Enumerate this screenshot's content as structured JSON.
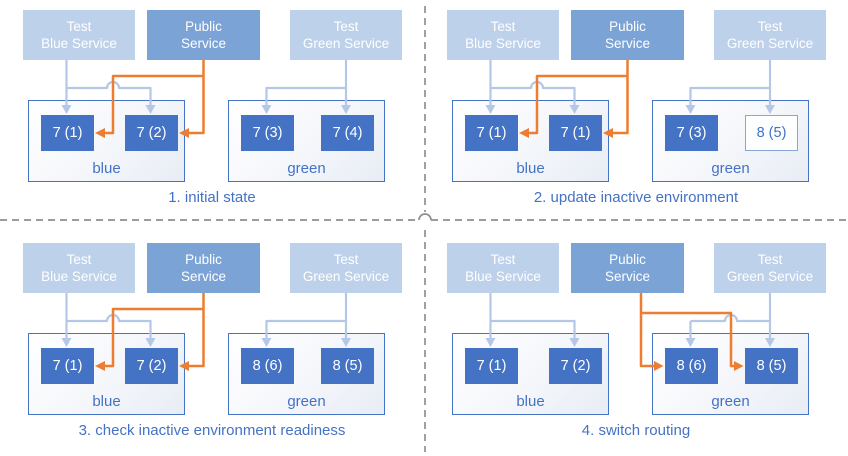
{
  "colors": {
    "test_service_bg": "#bed1ea",
    "public_service_bg": "#7ba3d5",
    "pod_bg": "#4472c4",
    "pod_outline_border": "#8aa5d6",
    "env_border": "#4472c4",
    "connector_light_blue": "#b4c7e7",
    "connector_orange": "#ed7d31",
    "label_text_blue": "#4472c4",
    "divider_gray": "#8f8f8f"
  },
  "service_labels": {
    "test_blue": [
      "Test",
      "Blue Service"
    ],
    "public": [
      "Public",
      "Service"
    ],
    "test_green": [
      "Test",
      "Green Service"
    ]
  },
  "quadrants": [
    {
      "caption": "1. initial state",
      "public_routes_to": "blue",
      "blue_env": {
        "label": "blue",
        "pods": [
          {
            "label": "7 (1)",
            "style": "solid"
          },
          {
            "label": "7 (2)",
            "style": "solid"
          }
        ]
      },
      "green_env": {
        "label": "green",
        "pods": [
          {
            "label": "7 (3)",
            "style": "solid"
          },
          {
            "label": "7 (4)",
            "style": "solid"
          }
        ]
      }
    },
    {
      "caption": "2. update inactive environment",
      "public_routes_to": "blue",
      "blue_env": {
        "label": "blue",
        "pods": [
          {
            "label": "7 (1)",
            "style": "solid"
          },
          {
            "label": "7 (1)",
            "style": "solid"
          }
        ]
      },
      "green_env": {
        "label": "green",
        "pods": [
          {
            "label": "7 (3)",
            "style": "solid"
          },
          {
            "label": "8 (5)",
            "style": "outline"
          }
        ]
      }
    },
    {
      "caption": "3. check inactive environment readiness",
      "public_routes_to": "blue",
      "blue_env": {
        "label": "blue",
        "pods": [
          {
            "label": "7 (1)",
            "style": "solid"
          },
          {
            "label": "7 (2)",
            "style": "solid"
          }
        ]
      },
      "green_env": {
        "label": "green",
        "pods": [
          {
            "label": "8 (6)",
            "style": "solid"
          },
          {
            "label": "8 (5)",
            "style": "solid"
          }
        ]
      }
    },
    {
      "caption": "4. switch routing",
      "public_routes_to": "green",
      "blue_env": {
        "label": "blue",
        "pods": [
          {
            "label": "7 (1)",
            "style": "solid"
          },
          {
            "label": "7 (2)",
            "style": "solid"
          }
        ]
      },
      "green_env": {
        "label": "green",
        "pods": [
          {
            "label": "8 (6)",
            "style": "solid"
          },
          {
            "label": "8 (5)",
            "style": "solid"
          }
        ]
      }
    }
  ]
}
